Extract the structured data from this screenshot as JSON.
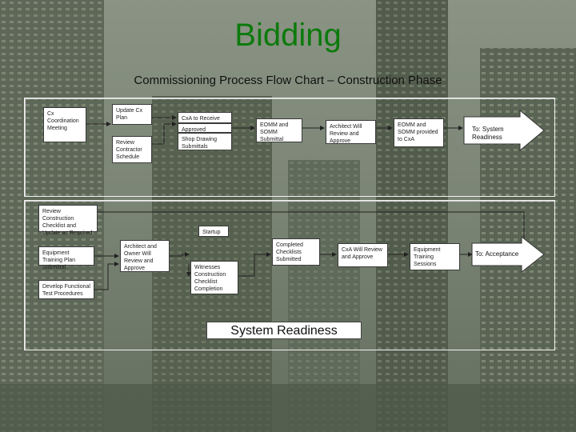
{
  "title": "Bidding",
  "subtitle": "Commissioning Process Flow Chart – Construction Phase",
  "row1": {
    "cx_meeting": "Cx Coordination Meeting",
    "update_plan": "Update Cx Plan",
    "review_schedule": "Review Contractor Schedule",
    "cxa_receive": "CxA to Receive",
    "approved": "Approved",
    "shop_drawing": "Shop Drawing Submittals",
    "eomm": "EOMM and SOMM Submittal",
    "architect_review": "Architect Will Review and Approve",
    "eomm_provided": "EOMM and SOMM provided to CxA",
    "to_system": "To: System Readiness"
  },
  "row2": {
    "review_checklist": "Review Construction Checklist and Update as Required",
    "startup": "Startup",
    "equipment_plan": "Equipment Training Plan Submittal",
    "develop_procedures": "Develop Functional Test Procedures",
    "architect_owner": "Architect and Owner Will Review and Approve",
    "witnesses": "Witnesses Construction Checklist Completion",
    "completed_checklists": "Completed Checklists Submitted",
    "cxa_review": "CxA Will Review and Approve",
    "equipment_sessions": "Equipment Training Sessions",
    "to_acceptance": "To: Acceptance"
  },
  "system_readiness": "System Readiness"
}
